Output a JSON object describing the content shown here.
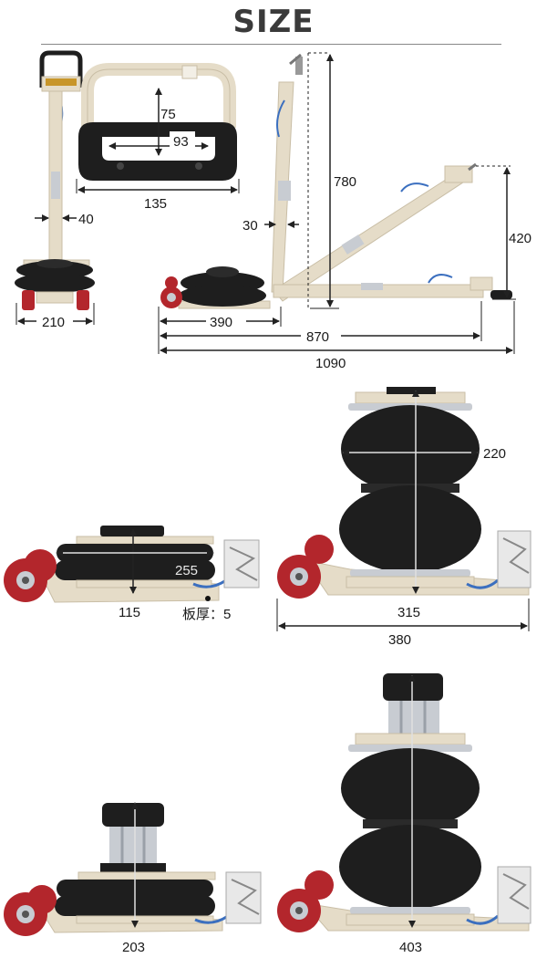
{
  "title": "SIZE",
  "colors": {
    "frame": "#e5dcc8",
    "frame_edge": "#c9bea6",
    "rubber": "#1e1e1e",
    "wheel": "#b3262c",
    "metal": "#c8ccd2",
    "hose": "#3b6fbf",
    "line": "#222222"
  },
  "top_views": {
    "handle": {
      "height": "75",
      "inner_width": "93",
      "outer_width": "135"
    },
    "front": {
      "tube_width": "40",
      "base_width": "210"
    },
    "side": {
      "pole_width": "30",
      "height_max": "780",
      "height_folded": "420",
      "base_length": "390",
      "folded_length": "870",
      "total_length": "1090"
    }
  },
  "states": [
    {
      "id": "lowest",
      "height": "115",
      "diameter": "255",
      "plate": "板厚：5"
    },
    {
      "id": "raised",
      "diameter": "220",
      "base_diameter": "315",
      "total_width": "380"
    },
    {
      "id": "adapter_low",
      "height": "203"
    },
    {
      "id": "adapter_high",
      "height": "403"
    }
  ]
}
